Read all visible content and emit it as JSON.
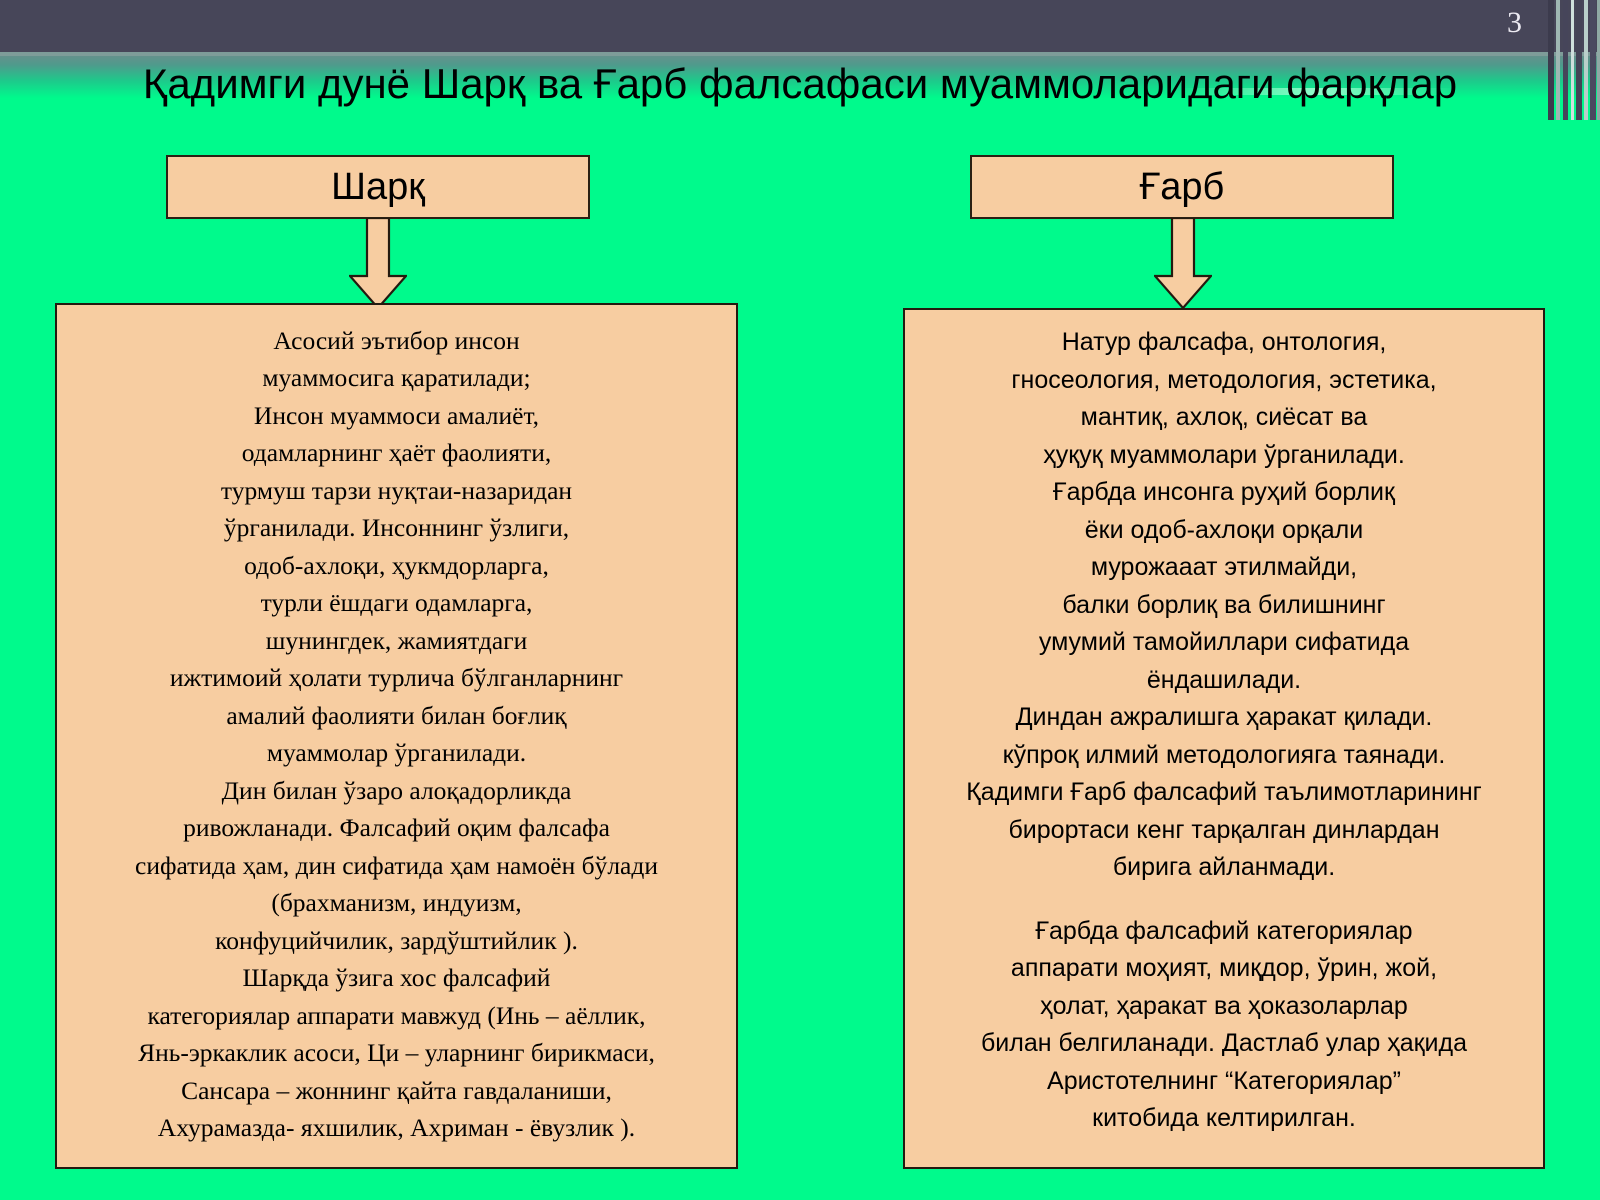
{
  "slide": {
    "number": "3",
    "title": "Қадимги дунё Шарқ ва Ғарб фалсафаси муаммоларидаги фарқлар"
  },
  "colors": {
    "background": "#00FA8C",
    "box_fill": "#F7CDA1",
    "box_border": "#241A0F",
    "header_band": "#474659",
    "text": "#000000",
    "slide_number_text": "#ECEAF2"
  },
  "columns": {
    "east": {
      "header_label": "Шарқ",
      "body": "Асосий  эътибор инсон\nмуаммосига  қаратилади;\nИнсон муаммоси амалиёт,\nодамларнинг  ҳаёт фаолияти,\nтурмуш тарзи нуқтаи-назаридан\nўрганилади. Инсоннинг ўзлиги,\nодоб-ахлоқи, ҳукмдорларга,\nтурли ёшдаги одамларга,\nшунингдек, жамиятдаги\nижтимоий ҳолати турлича бўлганларнинг\nамалий фаолияти билан боғлиқ\nмуаммолар ўрганилади.\nДин билан ўзаро алоқадорликда\nривожланади. Фалсафий оқим фалсафа\nсифатида ҳам, дин сифатида ҳам намоён бўлади\n(брахманизм, индуизм,\nконфуцийчилик,  зардўштийлик ).\nШарқда ўзига хос фалсафий\nкатегориялар аппарати мавжуд  (Инь – аёллик,\nЯнь-эркаклик асоси, Ци – уларнинг бирикмаси,\nСансара – жоннинг қайта гавдаланиши,\nАхурамазда- яхшилик, Ахриман - ёвузлик )."
    },
    "west": {
      "header_label": "Ғарб",
      "body_top": "Натур фалсафа, онтология,\nгносеология, методология, эстетика,\nмантиқ, ахлоқ, сиёсат ва\nҳуқуқ муаммолари ўрганилади.\nҒарбда инсонга руҳий борлиқ\nёки одоб-ахлоқи орқали\nмурожааат этилмайди,\nбалки борлиқ ва билишнинг\nумумий тамойиллари сифатида\nёндашилади.\nДиндан ажралишга ҳаракат қилади.\nкўпроқ илмий методологияга таянади.\nҚадимги Ғарб фалсафий таълимотларининг\nбирортаси кенг тарқалган динлардан\nбирига айланмади.",
      "body_bottom": "Ғарбда фалсафий категориялар\nаппарати моҳият, миқдор, ўрин, жой,\nҳолат, ҳаракат ва ҳоказоларлар\nбилан белгиланади. Дастлаб улар ҳақида\nАристотелнинг “Категориялар”\nкитобида келтирилган."
    }
  },
  "icons": {
    "east_arrow": "arrow-down-icon",
    "west_arrow": "arrow-down-icon"
  }
}
